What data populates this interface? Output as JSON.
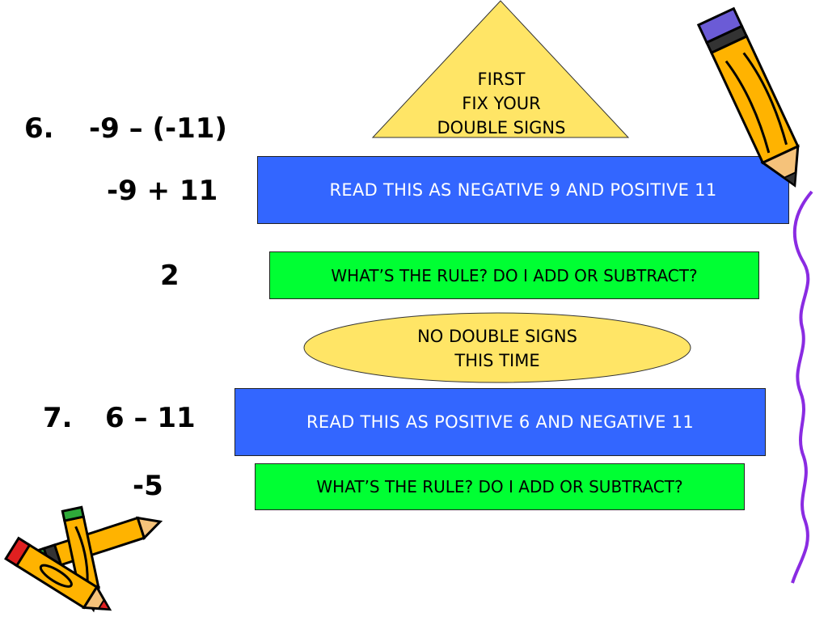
{
  "problem6": {
    "number": "6.",
    "expression": "-9 – (-11)",
    "step": "-9 + 11",
    "answer": "2"
  },
  "triangle_note": {
    "lines": [
      "FIRST",
      "FIX YOUR",
      "DOUBLE SIGNS"
    ]
  },
  "box1": {
    "text": "READ THIS AS NEGATIVE 9 AND POSITIVE 11"
  },
  "box2": {
    "text": "WHAT’S THE RULE?  DO I ADD OR SUBTRACT?"
  },
  "oval_note": {
    "lines": [
      "NO DOUBLE SIGNS",
      "THIS TIME"
    ]
  },
  "problem7": {
    "number": "7.",
    "expression": "6 – 11",
    "answer": "-5"
  },
  "box3": {
    "text": "READ THIS AS POSITIVE 6 AND NEGATIVE 11"
  },
  "box4": {
    "text": "WHAT’S THE RULE?  DO I ADD OR SUBTRACT?"
  },
  "colors": {
    "triangle_fill": "#FFE566",
    "oval_fill": "#FFE566",
    "blue_box": "#3366FF",
    "green_box": "#00FF33",
    "squiggle": "#8A2BE2",
    "pencil_body": "#FFB300"
  },
  "icons": [
    "pencil-clipart-icon",
    "pencil-pair-clipart-icon",
    "squiggle-border-icon"
  ]
}
